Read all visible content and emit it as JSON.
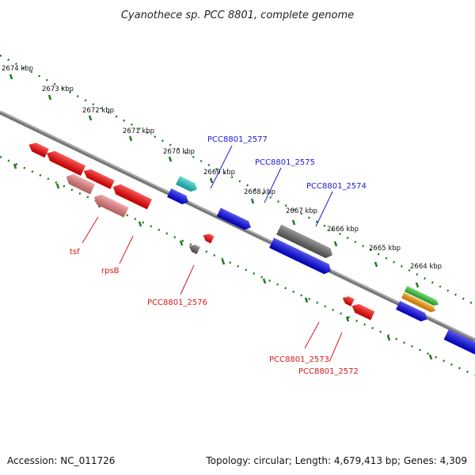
{
  "title": "Cyanothece sp. PCC 8801, complete genome",
  "footer": {
    "accession": "Accession: NC_011726",
    "summary": "Topology: circular; Length: 4,679,413 bp; Genes: 4,309"
  },
  "ticks": [
    "2674 kbp",
    "2673 kbp",
    "2672 kbp",
    "2671 kbp",
    "2670 kbp",
    "2669 kbp",
    "2668 kbp",
    "2667 kbp",
    "2666 kbp",
    "2665 kbp",
    "2664 kbp"
  ],
  "gene_labels": {
    "g2577": "PCC8801_2577",
    "g2575": "PCC8801_2575",
    "g2574": "PCC8801_2574",
    "tsf": "tsf",
    "rpsB": "rpsB",
    "g2576": "PCC8801_2576",
    "g2573": "PCC8801_2573",
    "g2572": "PCC8801_2572"
  },
  "colors": {
    "blue_label": "#1a1ad6",
    "red_label": "#d61a1a",
    "backbone": "#888888",
    "tick_dots": "#1e7a1e",
    "gene_red": "#ff0000",
    "gene_pink": "#f08080",
    "gene_blue": "#0000ee",
    "gene_cyan": "#22cccc",
    "gene_gray": "#666666",
    "gene_green": "#33cc33",
    "gene_orange": "#ff9900"
  }
}
